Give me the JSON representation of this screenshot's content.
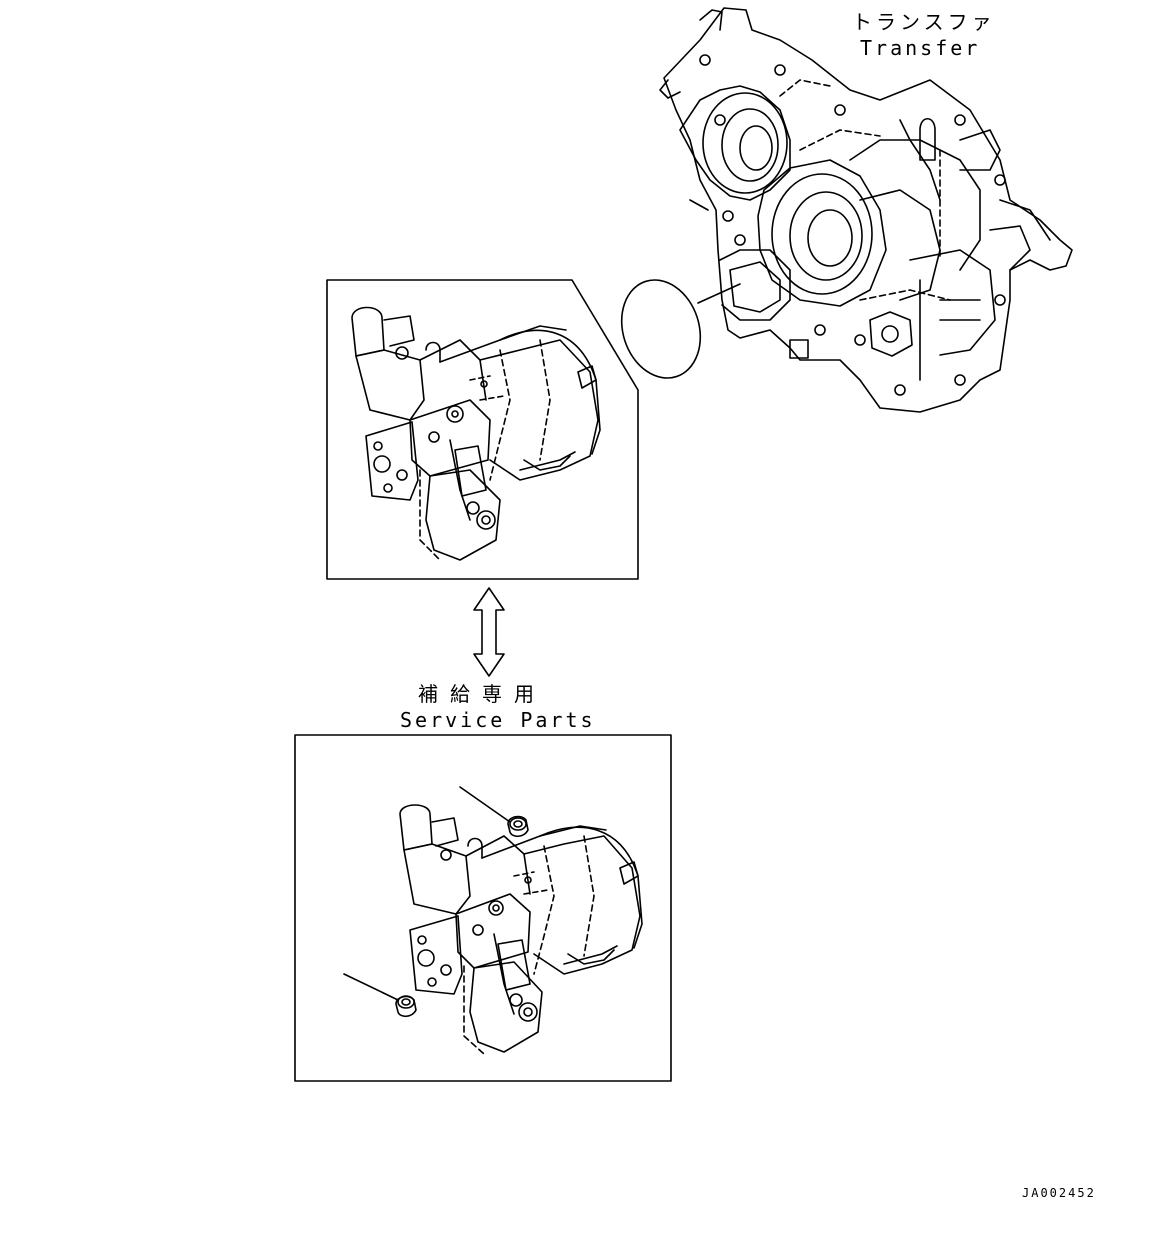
{
  "labels": {
    "transfer_jp": "トランスファ",
    "transfer_en": "Transfer",
    "service_parts_jp": "補給専用",
    "service_parts_en": "Service Parts",
    "drawing_number": "JA002452"
  },
  "colors": {
    "line": "#000000",
    "background": "#ffffff"
  }
}
